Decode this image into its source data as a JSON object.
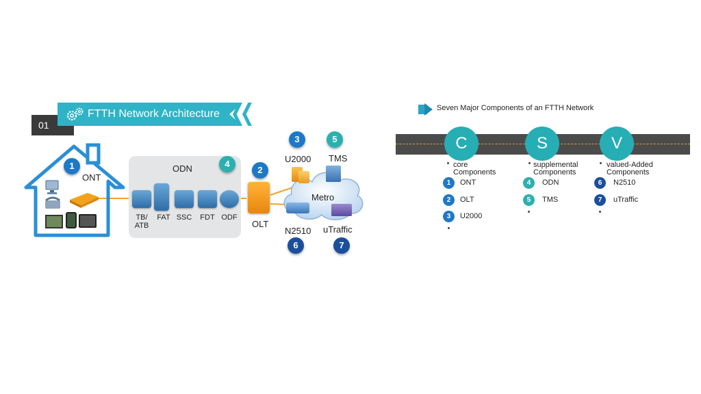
{
  "section": {
    "number": "01",
    "title": "FTTH Network Architecture"
  },
  "diagram": {
    "ont": "ONT",
    "odn": "ODN",
    "odn_devices": [
      "TB/\nATB",
      "FAT",
      "SSC",
      "FDT",
      "ODF"
    ],
    "olt": "OLT",
    "metro": "Metro",
    "u2000": "U2000",
    "tms": "TMS",
    "n2510": "N2510",
    "utraffic": "uTraffic",
    "badges": [
      "1",
      "2",
      "3",
      "4",
      "5",
      "6",
      "7"
    ]
  },
  "right": {
    "title": "Seven Major Components of an FTTH Network",
    "groups": [
      {
        "letter": "C",
        "label": "core\nComponents",
        "items": [
          {
            "n": "1",
            "label": "ONT"
          },
          {
            "n": "2",
            "label": "OLT"
          },
          {
            "n": "3",
            "label": "U2000"
          }
        ]
      },
      {
        "letter": "S",
        "label": "supplemental\nComponents",
        "items": [
          {
            "n": "4",
            "label": "ODN"
          },
          {
            "n": "5",
            "label": "TMS"
          }
        ]
      },
      {
        "letter": "V",
        "label": "valued-Added\nComponents",
        "items": [
          {
            "n": "6",
            "label": "N2510"
          },
          {
            "n": "7",
            "label": "uTraffic"
          }
        ]
      }
    ]
  },
  "colors": {
    "teal": "#2fb3c6",
    "blue": "#1e78c8",
    "navy": "#1b4f9c",
    "fiber": "#f0a22a",
    "road": "#4b4b4b"
  }
}
